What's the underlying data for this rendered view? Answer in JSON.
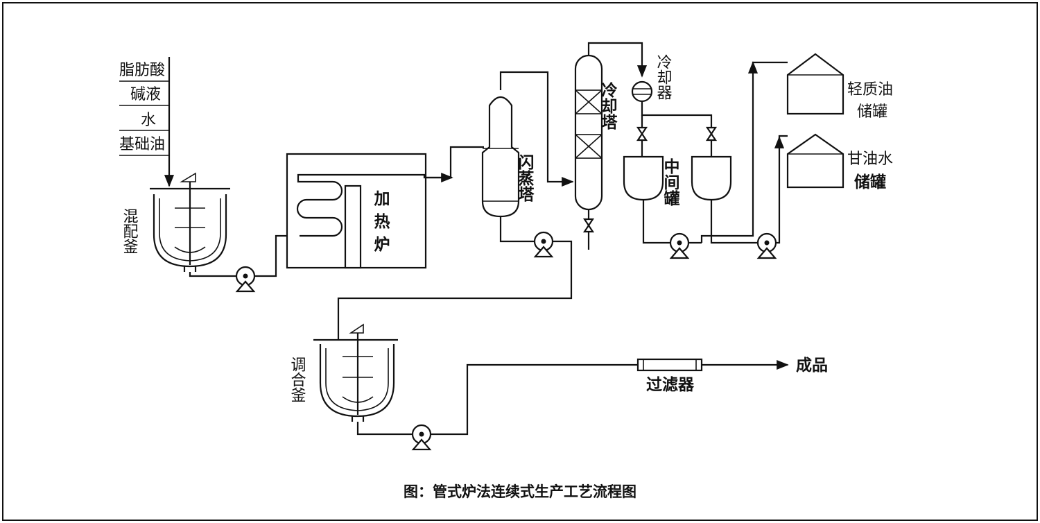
{
  "figure": {
    "caption": "图：管式炉法连续式生产工艺流程图"
  },
  "inputs": [
    "脂肪酸",
    "碱液",
    "水",
    "基础油"
  ],
  "equipment": {
    "mixing_kettle": "混配釜",
    "heating_furnace": "加热炉",
    "flash_tower": "闪蒸塔",
    "cooling_tower": "冷却塔",
    "cooler": "冷却器",
    "intermediate_tank": "中间罐",
    "light_oil_tank": "轻质油储罐",
    "glycerin_water_tank": "甘油水储罐",
    "blending_kettle": "调合釜",
    "filter": "过滤器",
    "product": "成品"
  }
}
